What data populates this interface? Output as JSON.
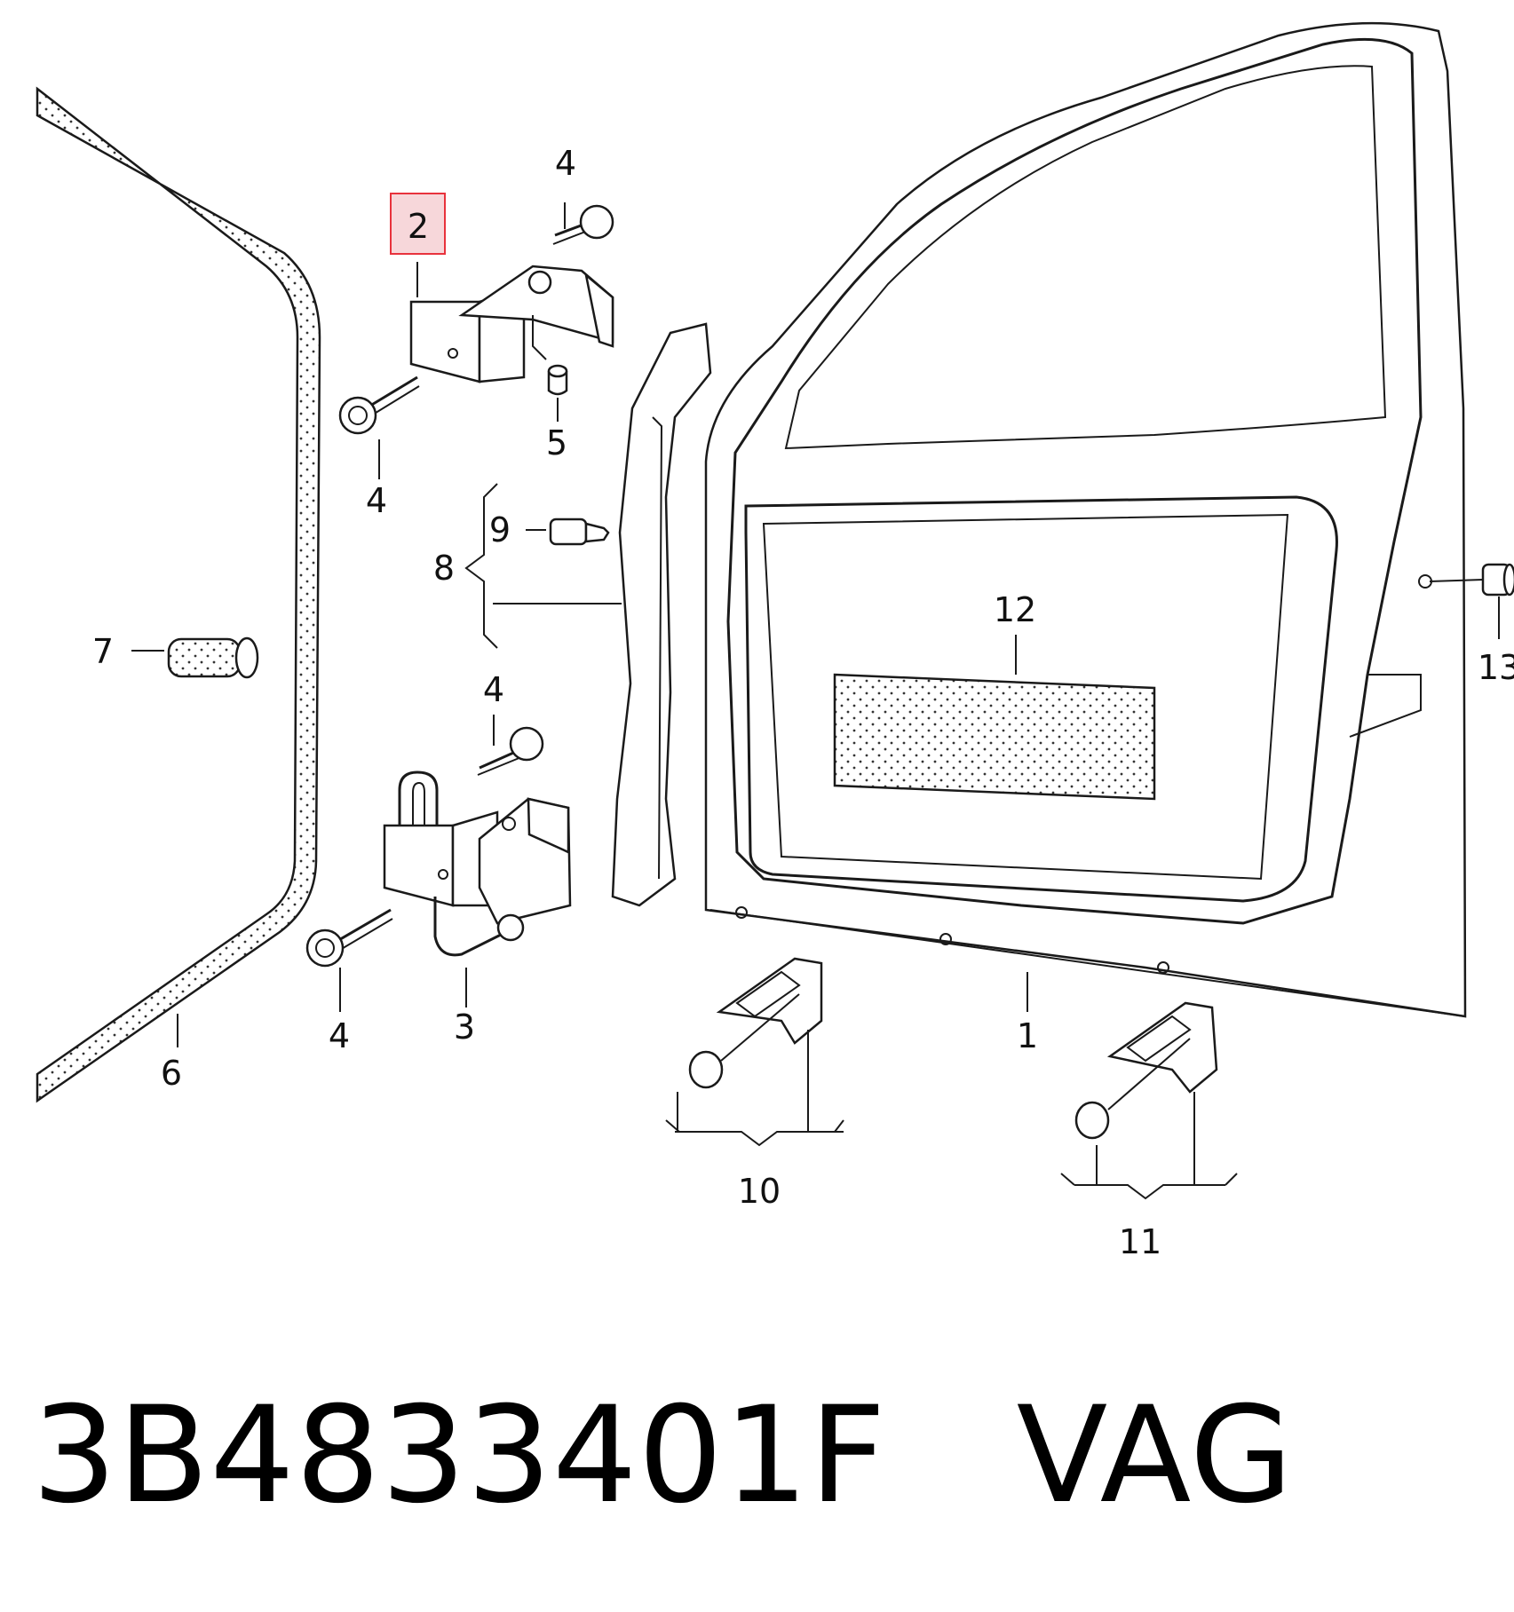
{
  "diagram": {
    "callouts": {
      "c1": "1",
      "c2": "2",
      "c3": "3",
      "c4a": "4",
      "c4b": "4",
      "c4c": "4",
      "c4d": "4",
      "c5": "5",
      "c6": "6",
      "c7": "7",
      "c8": "8",
      "c9": "9",
      "c10": "10",
      "c11": "11",
      "c12": "12",
      "c13": "13"
    },
    "highlight_color": "#e8323c",
    "highlight_fill": "#f7d7da"
  },
  "footer": {
    "part_number": "3B4833401F",
    "brand": "VAG"
  }
}
